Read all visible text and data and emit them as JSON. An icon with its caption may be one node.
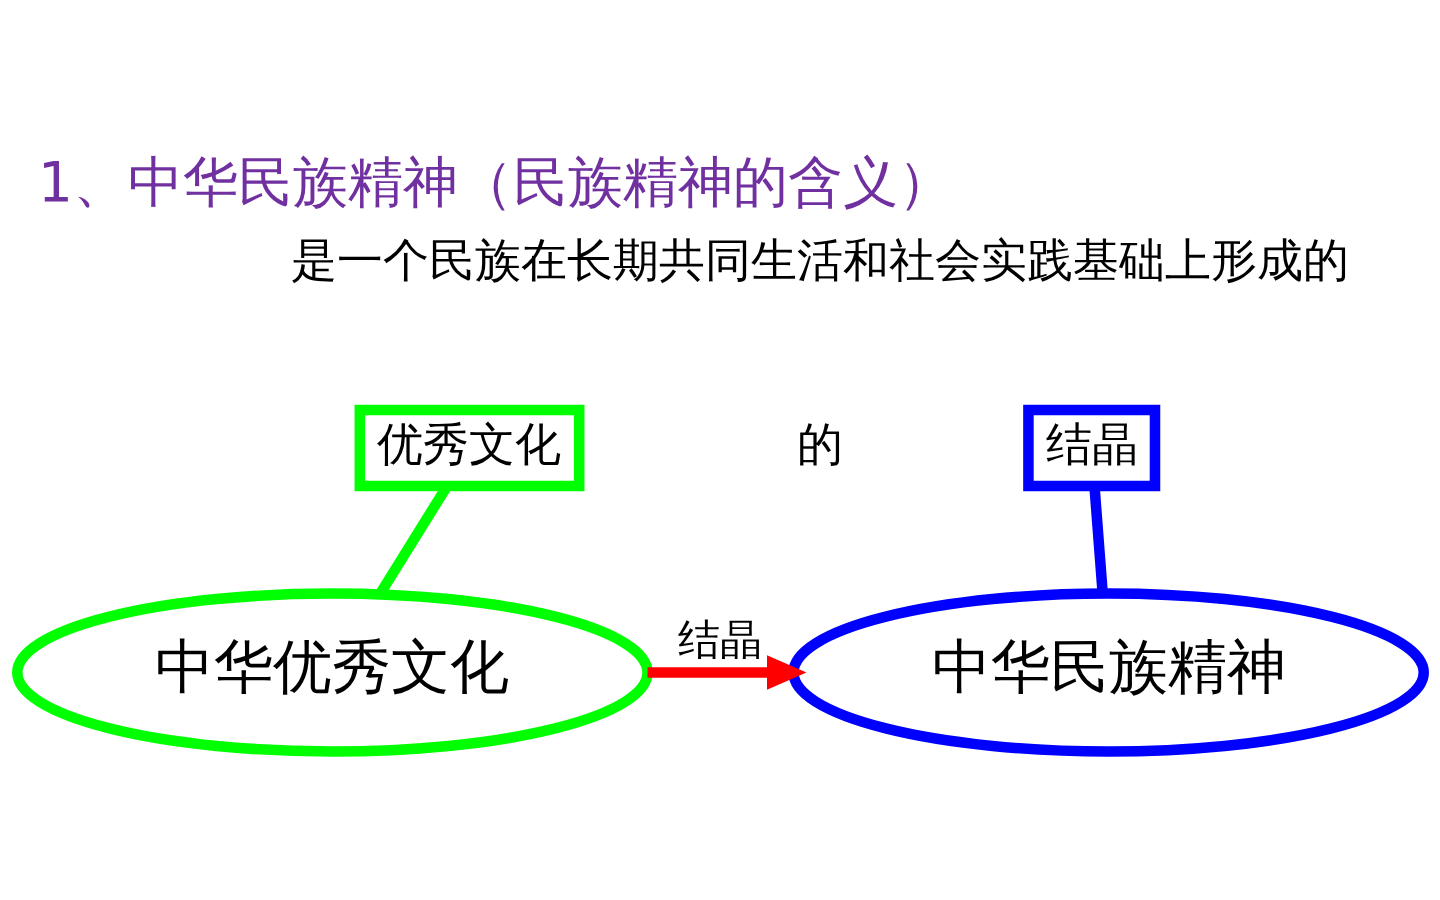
{
  "diagram": {
    "title": "1、中华民族精神（民族精神的含义）",
    "nodes": [
      {
        "text": [
          "优秀文化"
        ]
      },
      {
        "text": [
          "结晶"
        ]
      },
      {
        "text": [
          "中华优秀文化"
        ]
      },
      {
        "text": [
          "中华民族精神"
        ]
      }
    ],
    "edges": [
      {
        "from": 0,
        "to": 2,
        "arrow": "none",
        "color": "#00ff00"
      },
      {
        "from": 1,
        "to": 3,
        "arrow": "none",
        "color": "#0000ff"
      },
      {
        "from": 2,
        "to": 3,
        "arrow": "to",
        "label": "结晶",
        "color": "#ff0000"
      }
    ],
    "labels": [
      "是一个民族在长期共同生活和社会实践基础上形成的",
      "的"
    ]
  }
}
